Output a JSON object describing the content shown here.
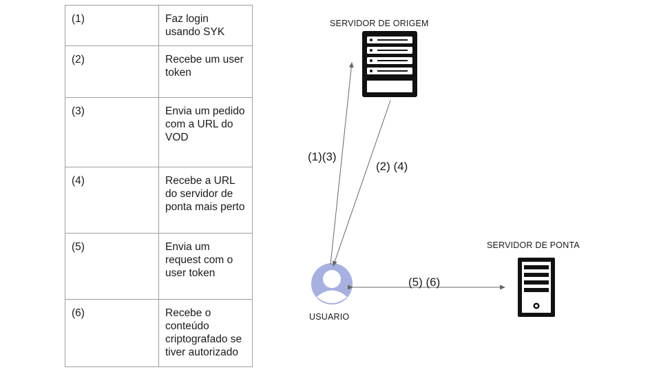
{
  "steps": [
    {
      "num": "(1)",
      "text": "Faz login usando SYK"
    },
    {
      "num": "(2)",
      "text": "Recebe um user token"
    },
    {
      "num": "(3)",
      "text": "Envia um pedido com a URL do VOD"
    },
    {
      "num": "(4)",
      "text": "Recebe a URL do servidor de ponta mais perto"
    },
    {
      "num": "(5)",
      "text": "Envia um request com o user token"
    },
    {
      "num": "(6)",
      "text": "Recebe o conteúdo criptografado se tiver autorizado"
    }
  ],
  "nodes": {
    "origin_server": "SERVIDOR DE ORIGEM",
    "user": "USUARIO",
    "edge_server": "SERVIDOR DE PONTA"
  },
  "edges": {
    "user_to_origin": "(1)(3)",
    "origin_to_user": "(2) (4)",
    "user_edge": "(5) (6)"
  },
  "colors": {
    "icon": "#111111",
    "avatar": "#a6b1e1",
    "table_border": "#9e9e9e",
    "arrow": "#666666"
  }
}
